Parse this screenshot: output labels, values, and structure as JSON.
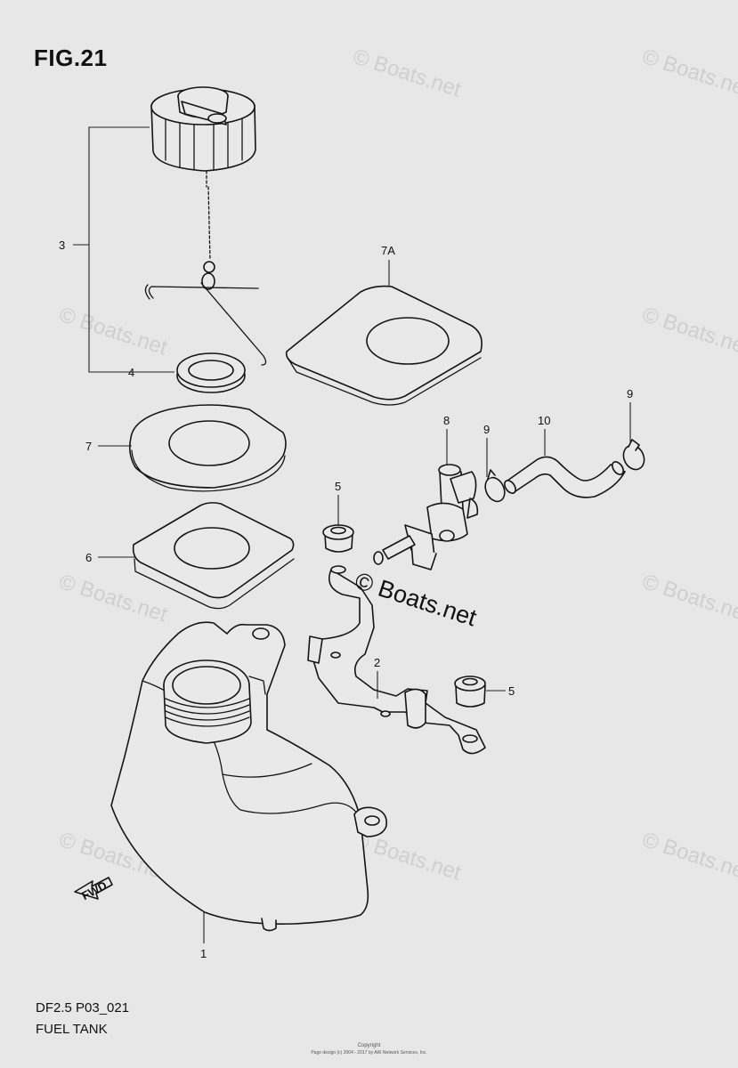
{
  "figure": {
    "title": "FIG.21",
    "model_code": "DF2.5 P03_021",
    "caption": "FUEL TANK"
  },
  "watermark": {
    "text": "© Boats.net"
  },
  "footer": {
    "copyright_label": "Copyright",
    "copyright_text": "Page design (c) 2004 - 2017 by ARI Network Services, Inc."
  },
  "tank_marking": "FWD",
  "callouts": {
    "c1": "1",
    "c2": "2",
    "c3": "3",
    "c4": "4",
    "c5a": "5",
    "c5b": "5",
    "c6": "6",
    "c7": "7",
    "c7a": "7A",
    "c8": "8",
    "c9a": "9",
    "c9b": "9",
    "c10": "10"
  },
  "colors": {
    "background": "#e7e7e7",
    "line": "#151515",
    "watermark": "#cfcfcf"
  }
}
